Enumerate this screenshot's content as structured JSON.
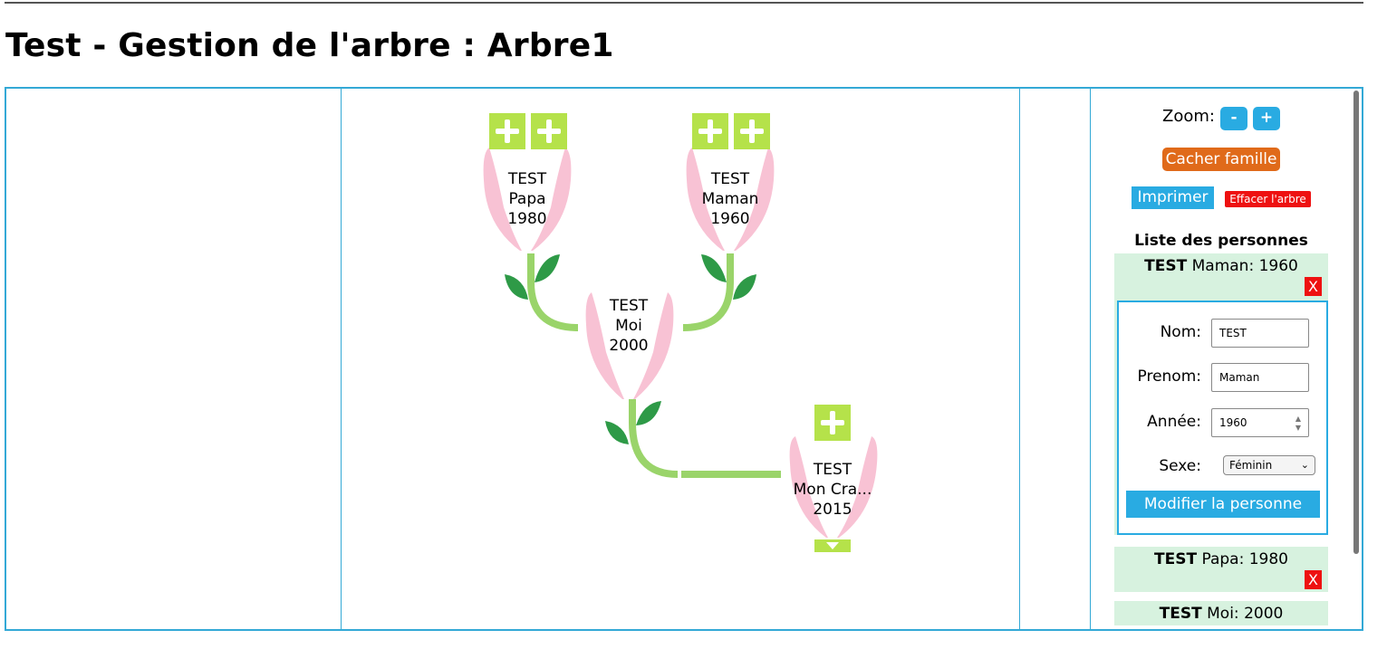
{
  "page": {
    "title": "Test - Gestion de l'arbre : Arbre1"
  },
  "tree": {
    "people": [
      {
        "id": "papa",
        "lines": [
          "TEST",
          "Papa",
          "1980"
        ]
      },
      {
        "id": "maman",
        "lines": [
          "TEST",
          "Maman",
          "1960"
        ]
      },
      {
        "id": "moi",
        "lines": [
          "TEST",
          "Moi",
          "2000"
        ]
      },
      {
        "id": "child",
        "lines": [
          "TEST",
          "Mon Cra...",
          "2015"
        ]
      }
    ],
    "colors": {
      "stem": "#9ad46a",
      "leaf": "#2e9a47",
      "petal": "#f7b7cc",
      "button": "#b5e24a"
    }
  },
  "panel": {
    "zoom_label": "Zoom:",
    "zoom_out": "-",
    "zoom_in": "+",
    "hide_family": "Cacher famille",
    "print": "Imprimer",
    "clear_tree": "Effacer l'arbre",
    "list_title": "Liste des personnes",
    "persons": [
      {
        "nom": "TEST",
        "rest": "Maman: 1960",
        "delete": "X"
      },
      {
        "nom": "TEST",
        "rest": "Papa: 1980",
        "delete": "X"
      },
      {
        "nom": "TEST",
        "rest": "Moi: 2000"
      }
    ],
    "form": {
      "nom_label": "Nom:",
      "nom_value": "TEST",
      "prenom_label": "Prenom:",
      "prenom_value": "Maman",
      "annee_label": "Année:",
      "annee_value": "1960",
      "sexe_label": "Sexe:",
      "sexe_value": "Féminin",
      "submit": "Modifier la personne"
    }
  }
}
